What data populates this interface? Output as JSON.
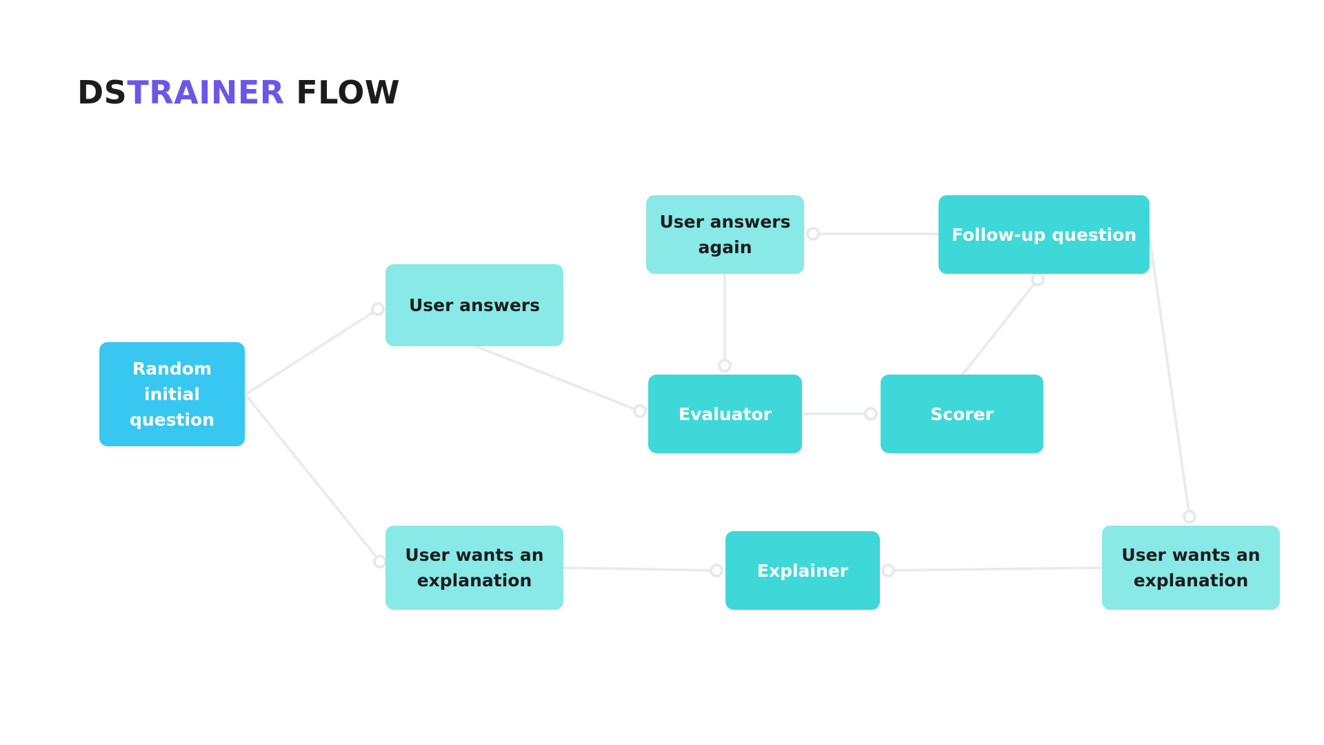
{
  "title": {
    "part1": "DS",
    "part2": "TRAINER",
    "part3": "FLOW",
    "accent_color": "#6d55e8"
  },
  "nodes": {
    "random_initial_question": "Random initial question",
    "user_answers": "User answers",
    "user_answers_again": "User answers again",
    "follow_up_question": "Follow-up question",
    "evaluator": "Evaluator",
    "scorer": "Scorer",
    "user_wants_explanation_left": "User wants an explanation",
    "explainer": "Explainer",
    "user_wants_explanation_right": "User wants an explanation"
  },
  "colors": {
    "start_node": "#38c7f0",
    "user_node": "#88e9e7",
    "process_node": "#3ed8d8",
    "connector": "#e9ecef"
  }
}
